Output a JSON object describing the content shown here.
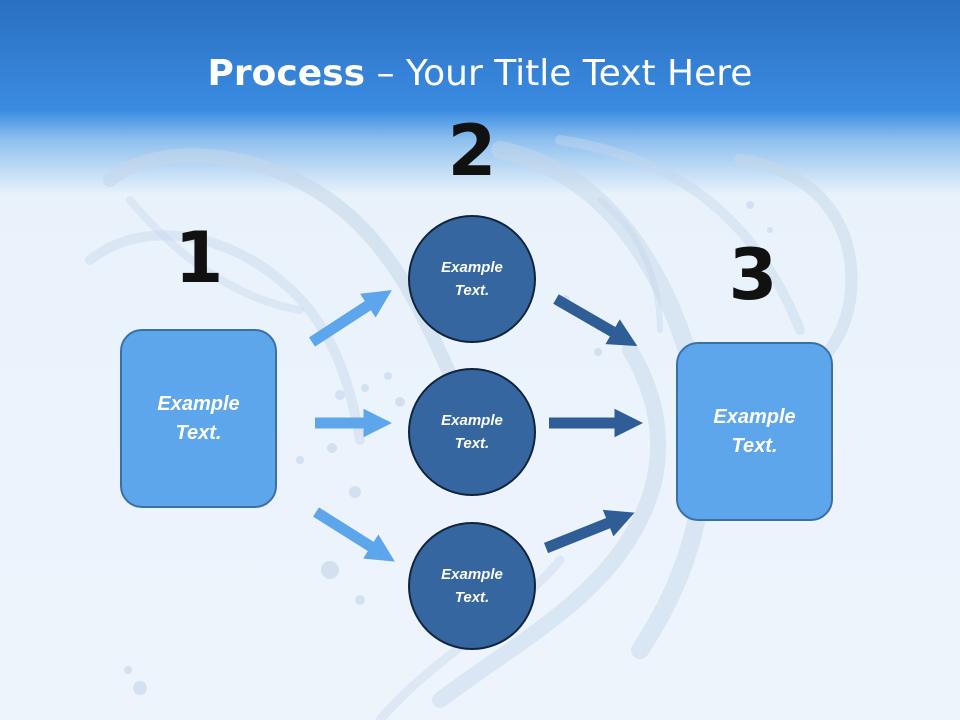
{
  "title": {
    "bold": "Process",
    "rest": " – Your Title Text Here"
  },
  "steps": {
    "one": "1",
    "two": "2",
    "three": "3"
  },
  "left_box": {
    "line1": "Example",
    "line2": "Text."
  },
  "right_box": {
    "line1": "Example",
    "line2": "Text."
  },
  "circles": [
    {
      "line1": "Example",
      "line2": "Text."
    },
    {
      "line1": "Example",
      "line2": "Text."
    },
    {
      "line1": "Example",
      "line2": "Text."
    }
  ],
  "colors": {
    "header": "#2b6fc0",
    "box_fill": "#5ea6ec",
    "circle_fill": "#3566a0",
    "arrow_light": "#5ea6ec",
    "arrow_dark": "#2f5e96"
  }
}
